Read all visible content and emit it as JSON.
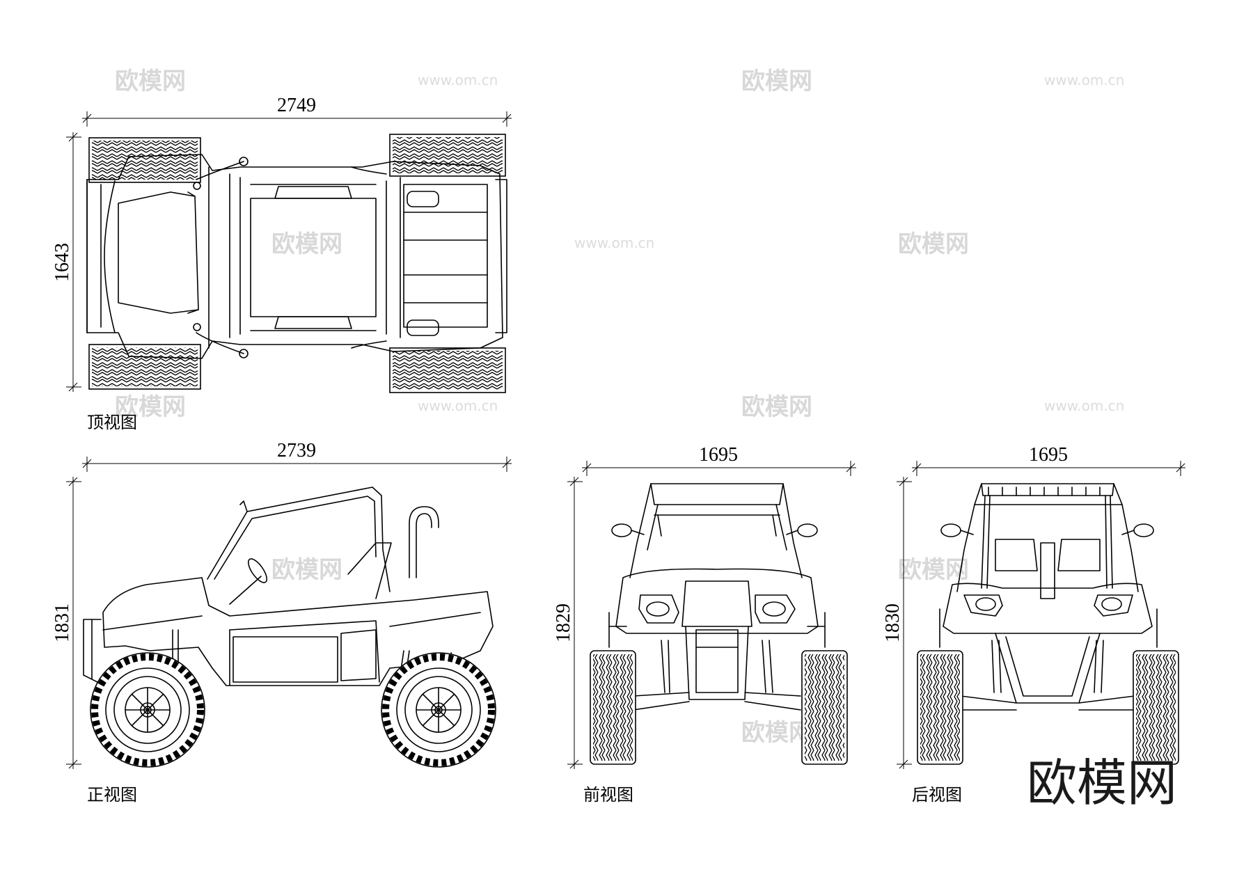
{
  "views": {
    "top": {
      "label": "顶视图",
      "width_dim": "2749",
      "height_dim": "1643"
    },
    "side": {
      "label": "正视图",
      "width_dim": "2739",
      "height_dim": "1831"
    },
    "front": {
      "label": "前视图",
      "width_dim": "1695",
      "height_dim": "1829"
    },
    "rear": {
      "label": "后视图",
      "width_dim": "1695",
      "height_dim": "1830"
    }
  },
  "watermark": {
    "text": "欧模网",
    "url": "www.om.cn"
  },
  "brand_logo": "欧模网"
}
